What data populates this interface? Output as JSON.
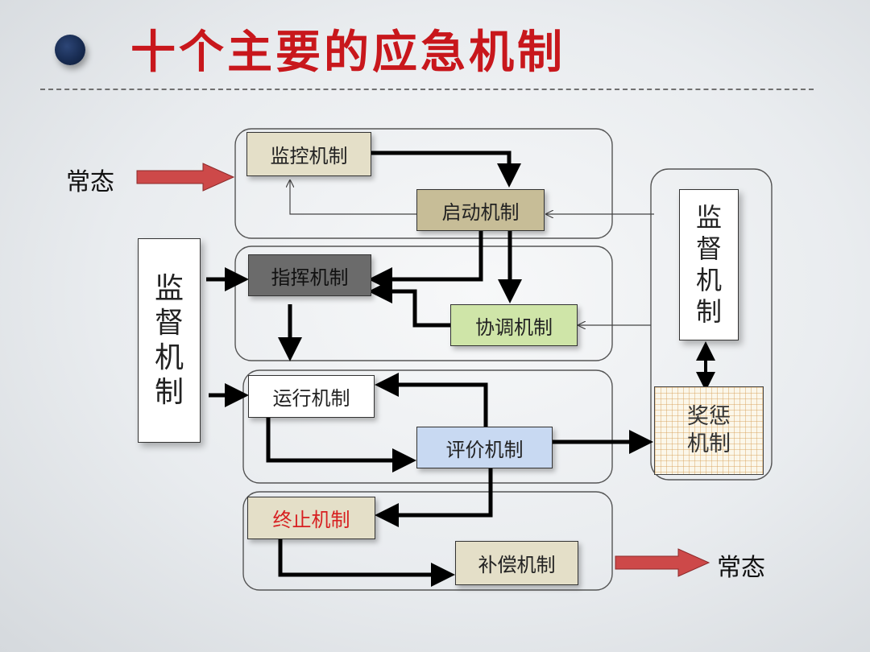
{
  "slide": {
    "title": "十个主要的应急机制"
  },
  "colors": {
    "title": "#c8171c",
    "bullet": "#182c52",
    "tan_box": "#e4dfc8",
    "dark_tan_box": "#c7bd97",
    "dark_gray_box": "#6b6b6b",
    "green_box": "#cfe5a8",
    "blue_box": "#c8d9f2",
    "red_text": "#d71f20",
    "red_arrow": "#cd4949"
  },
  "states": {
    "start": "常态",
    "end": "常态"
  },
  "mechanisms": {
    "monitor": "监控机制",
    "launch": "启动机制",
    "command": "指挥机制",
    "coordinate": "协调机制",
    "operate": "运行机制",
    "evaluate": "评价机制",
    "terminate": "终止机制",
    "compensate": "补偿机制"
  },
  "supervision": {
    "left_chars": [
      "监",
      "督",
      "机",
      "制"
    ],
    "right_chars": [
      "监",
      "督",
      "机",
      "制"
    ]
  },
  "reward_punish": {
    "line1": "奖惩",
    "line2": "机制"
  }
}
